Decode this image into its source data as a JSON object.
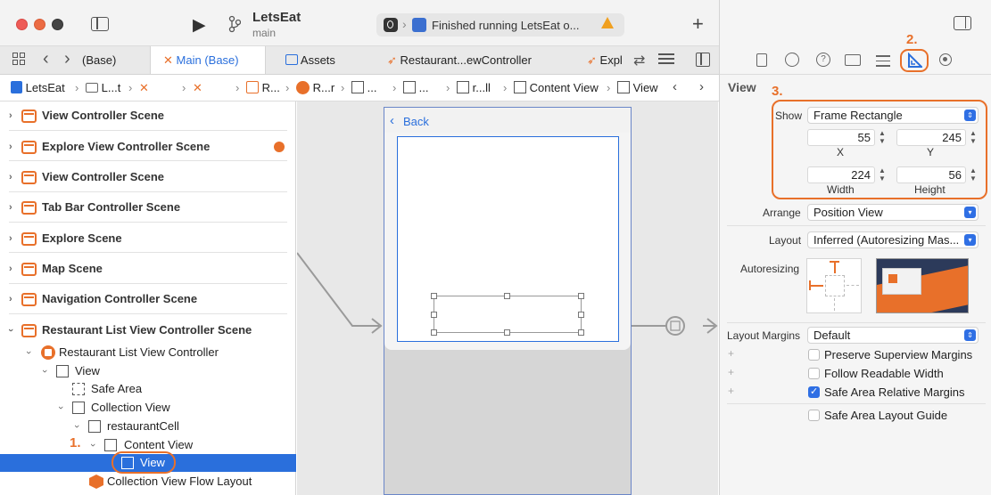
{
  "window": {
    "app_title": "LetsEat",
    "branch": "main",
    "status": "Finished running LetsEat o..."
  },
  "tabs": [
    {
      "label": "(Base)"
    },
    {
      "label": "Main (Base)"
    },
    {
      "label": "Assets"
    },
    {
      "label": "Restaurant...ewController"
    },
    {
      "label": "Expl"
    }
  ],
  "jumpbar": {
    "items": [
      "LetsEat",
      "L...t",
      "",
      "",
      "R...",
      "R...r",
      "...",
      "...",
      "r...ll",
      "Content View",
      "View"
    ]
  },
  "outline": {
    "scenes": [
      "View Controller Scene",
      "Explore View Controller Scene",
      "View Controller Scene",
      "Tab Bar Controller Scene",
      "Explore Scene",
      "Map Scene",
      "Navigation Controller Scene",
      "Restaurant List View Controller Scene"
    ],
    "tree": [
      "Restaurant List View Controller",
      "View",
      "Safe Area",
      "Collection View",
      "restaurantCell",
      "Content View",
      "View",
      "Collection View Flow Layout"
    ]
  },
  "canvas": {
    "back_label": "Back"
  },
  "inspector": {
    "section_title": "View",
    "show_label": "Show",
    "show_value": "Frame Rectangle",
    "x_value": "55",
    "y_value": "245",
    "x_label": "X",
    "y_label": "Y",
    "width_value": "224",
    "height_value": "56",
    "width_label": "Width",
    "height_label": "Height",
    "arrange_label": "Arrange",
    "arrange_value": "Position View",
    "layout_label": "Layout",
    "layout_value": "Inferred (Autoresizing Mas...",
    "autoresizing_label": "Autoresizing",
    "layout_margins_label": "Layout Margins",
    "layout_margins_value": "Default",
    "checkboxes": [
      {
        "label": "Preserve Superview Margins",
        "checked": false
      },
      {
        "label": "Follow Readable Width",
        "checked": false
      },
      {
        "label": "Safe Area Relative Margins",
        "checked": true
      },
      {
        "label": "Safe Area Layout Guide",
        "checked": false
      }
    ]
  },
  "annotations": {
    "step1": "1.",
    "step2": "2.",
    "step3": "3."
  },
  "colors": {
    "accent": "#e8702a",
    "blue": "#2f6fe4",
    "selection": "#2a6fdc"
  }
}
